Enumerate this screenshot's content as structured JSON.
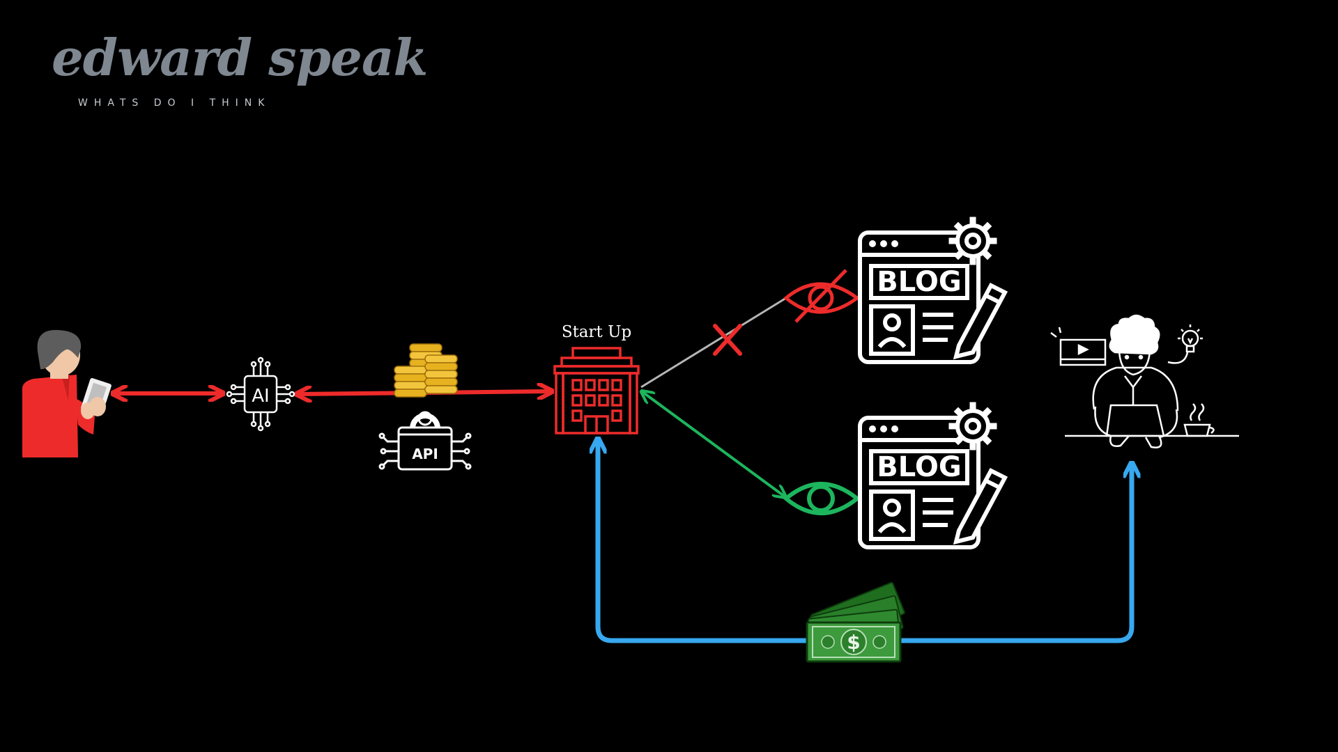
{
  "brand": {
    "name": "edward speak",
    "tagline": "WHATS DO I THINK"
  },
  "labels": {
    "startup": "Start Up",
    "ai": "AI",
    "api": "API",
    "blog_top": "BLOG",
    "blog_bottom": "BLOG",
    "money_symbol": "$"
  },
  "colors": {
    "red": "#ee2b2b",
    "green": "#1db55d",
    "blue": "#38a8f0",
    "gray": "#b5b5b5",
    "white": "#ffffff",
    "gold": "#e7b21f",
    "cash": "#2f8a2f"
  },
  "icons": [
    "person-with-phone-icon",
    "ai-chip-icon",
    "coin-stack-icon",
    "api-gear-icon",
    "office-building-icon",
    "hidden-eye-icon",
    "eye-icon",
    "blog-page-icon",
    "money-icon",
    "freelancer-laptop-icon"
  ]
}
